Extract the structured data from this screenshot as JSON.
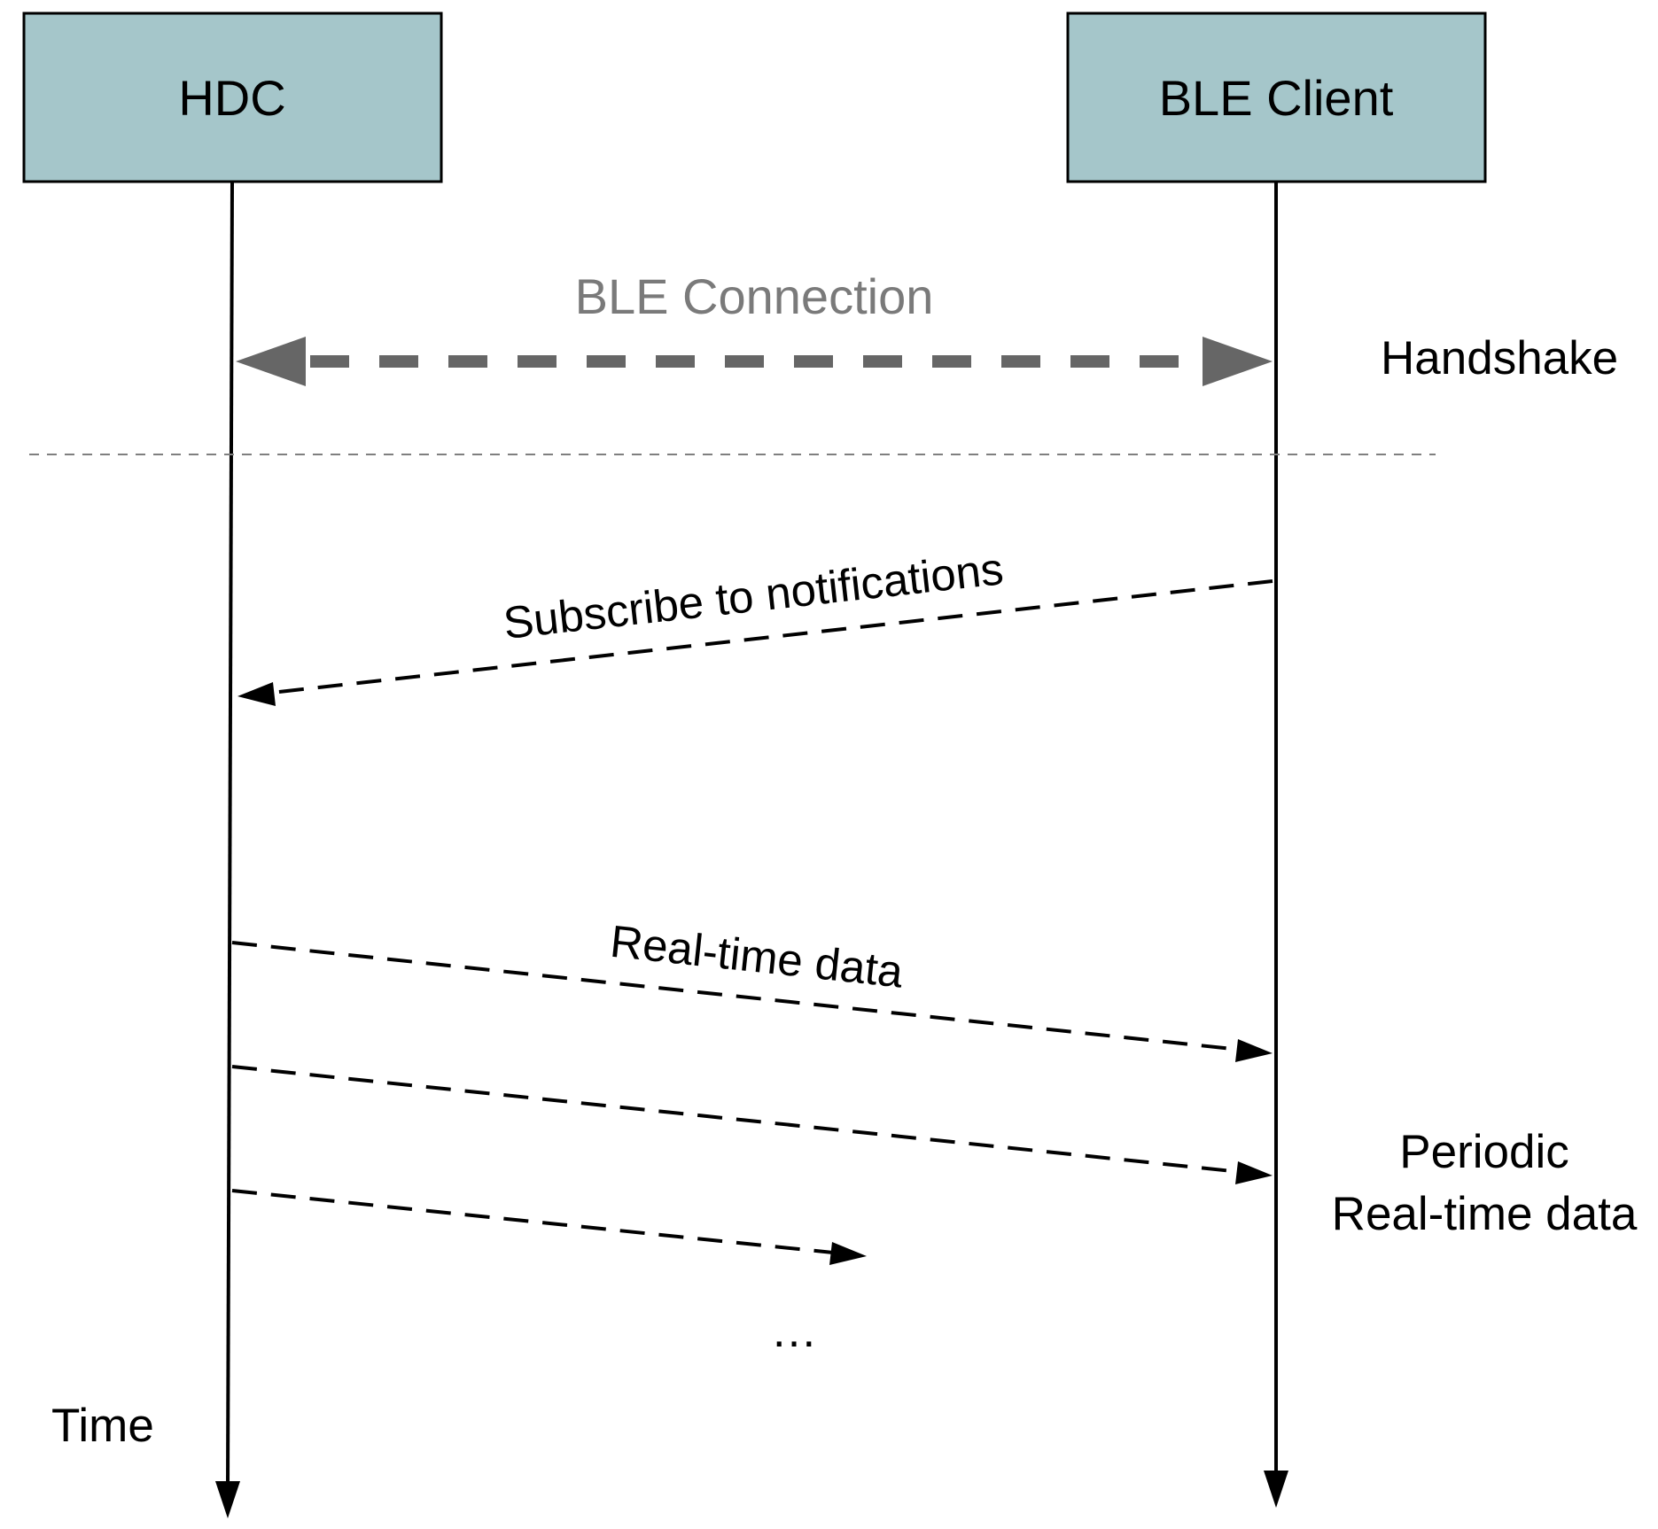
{
  "colors": {
    "participant_fill": "#a5c6ca",
    "connection": "#666666",
    "connection_label": "#7a7a7a",
    "separator": "#7f7f7f",
    "message": "#000000"
  },
  "participants": [
    {
      "name": "HDC"
    },
    {
      "name": "BLE Client"
    }
  ],
  "connection": {
    "label": "BLE Connection",
    "phase_label": "Handshake"
  },
  "messages": {
    "subscribe": "Subscribe to notifications",
    "realtime": "Real-time data"
  },
  "periodic_label": {
    "line1": "Periodic",
    "line2": "Real-time data"
  },
  "continuation": "…",
  "time_label": "Time"
}
